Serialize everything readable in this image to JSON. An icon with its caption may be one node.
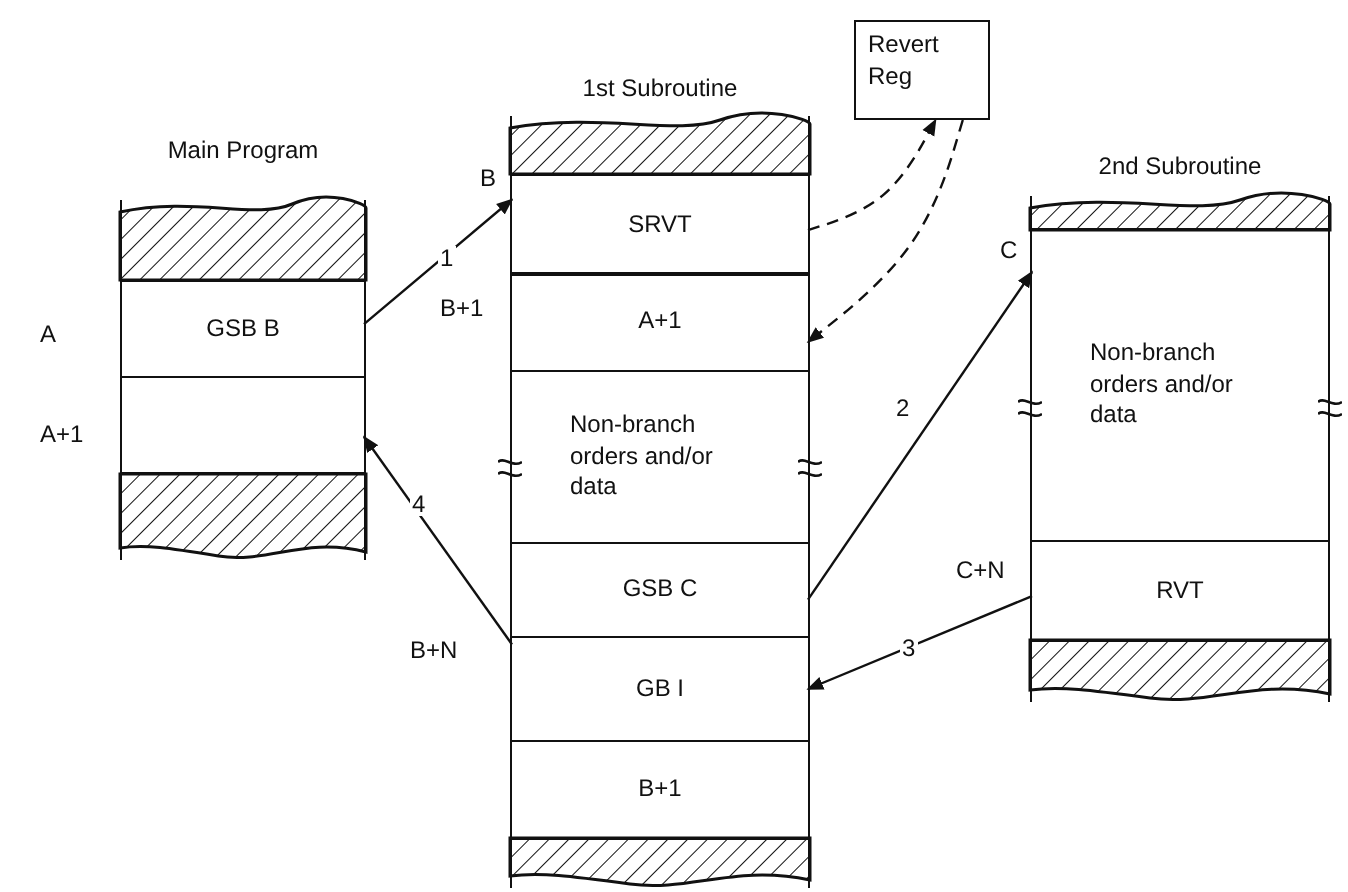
{
  "diagram": {
    "nodes": [
      {
        "text": [
          "Main Program"
        ]
      },
      {
        "text": [
          "GSB B"
        ],
        "in": 0,
        "beside": [
          "A"
        ]
      },
      {
        "text": [],
        "shape": "box",
        "in": 0,
        "beside": [
          "A+1"
        ]
      },
      {
        "text": [
          "1st Subroutine"
        ]
      },
      {
        "text": [
          "SRVT"
        ],
        "in": 3,
        "beside": [
          "B"
        ]
      },
      {
        "text": [
          "A+1"
        ],
        "in": 3,
        "beside": [
          "B+1"
        ]
      },
      {
        "text": [
          "Non-branch orders and/or data"
        ],
        "in": 3
      },
      {
        "text": [
          "GSB C"
        ],
        "in": 3
      },
      {
        "text": [
          "GB I"
        ],
        "in": 3,
        "beside": [
          "B+N"
        ]
      },
      {
        "text": [
          "B+1"
        ],
        "in": 3
      },
      {
        "text": [
          "Revert Reg"
        ]
      },
      {
        "text": [
          "2nd Subroutine"
        ]
      },
      {
        "text": [
          "Non-branch orders and/or data"
        ],
        "in": 11,
        "beside": [
          "C"
        ]
      },
      {
        "text": [
          "RVT"
        ],
        "in": 11,
        "beside": [
          "C+N"
        ]
      },
      {
        "text": [],
        "shape": "bar",
        "in": 0
      },
      {
        "text": [],
        "shape": "bar",
        "in": 0
      },
      {
        "text": [],
        "shape": "bar",
        "in": 3
      },
      {
        "text": [],
        "shape": "bar",
        "in": 3
      },
      {
        "text": [],
        "shape": "bar",
        "in": 11
      },
      {
        "text": [],
        "shape": "bar",
        "in": 11
      }
    ],
    "edges": [
      {
        "from": 1,
        "to": 4,
        "arrow": "to",
        "label": "1"
      },
      {
        "from": 4,
        "to": 10,
        "arrow": "to",
        "style": "dashed"
      },
      {
        "from": 10,
        "to": 5,
        "arrow": "to",
        "style": "dashed"
      },
      {
        "from": 7,
        "to": 12,
        "arrow": "to",
        "label": "2"
      },
      {
        "from": 13,
        "to": 8,
        "arrow": "to",
        "label": "3"
      },
      {
        "from": 8,
        "to": 2,
        "arrow": "to",
        "label": "4"
      }
    ]
  }
}
